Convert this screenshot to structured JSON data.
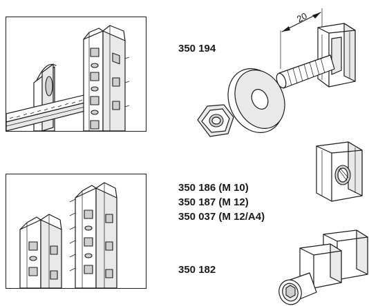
{
  "parts": [
    {
      "label": "350 194"
    },
    {
      "label": "350 186 (M 10)"
    },
    {
      "label": "350 187 (M 12)"
    },
    {
      "label": "350 037 (M 12/A4)"
    },
    {
      "label": "350 182"
    }
  ],
  "dimension": {
    "value": "20"
  }
}
